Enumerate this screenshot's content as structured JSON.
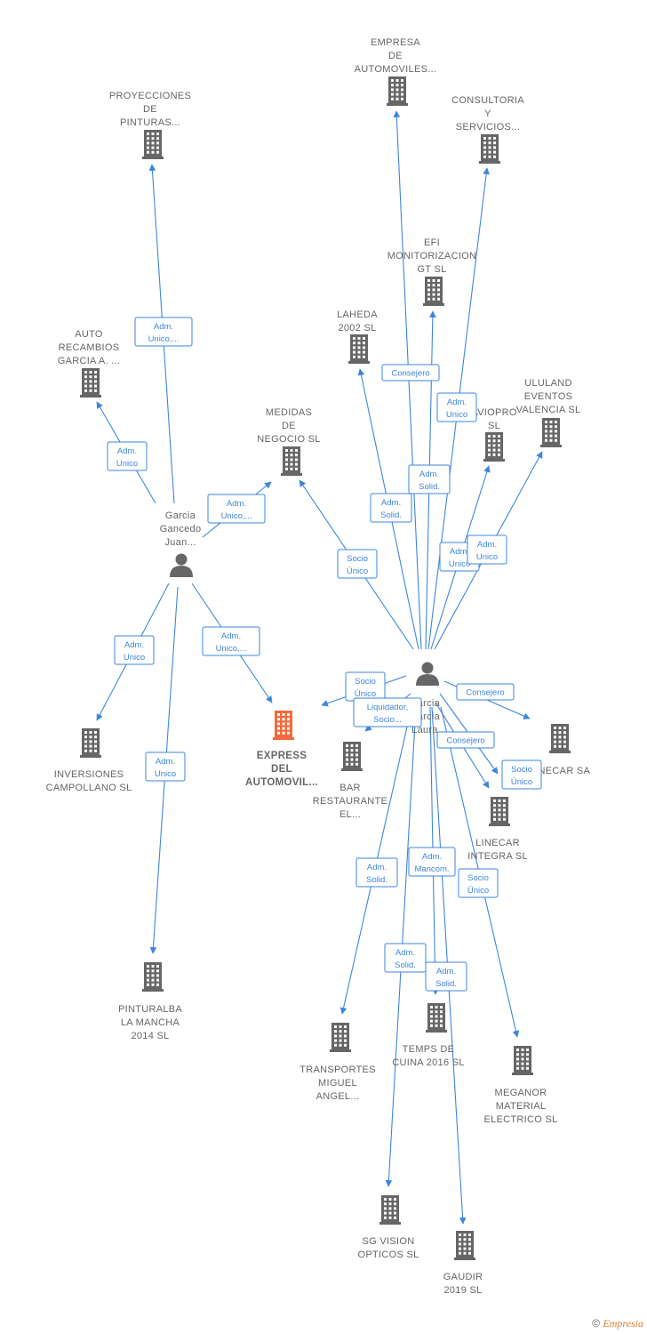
{
  "diagram": {
    "colors": {
      "edge": "#3d86dd",
      "building": "#666666",
      "highlight": "#f26a3d",
      "person": "#666666"
    },
    "companies": [
      {
        "id": "empresa_automoviles",
        "lines": [
          "EMPRESA",
          "DE",
          "AUTOMOVILES..."
        ],
        "icon": "building-icon"
      },
      {
        "id": "proyecciones",
        "lines": [
          "PROYECCIONES",
          "DE",
          "PINTURAS..."
        ],
        "icon": "building-icon"
      },
      {
        "id": "consultoria",
        "lines": [
          "CONSULTORIA",
          "Y",
          "SERVICIOS..."
        ],
        "icon": "building-icon"
      },
      {
        "id": "efi",
        "lines": [
          "EFI",
          "MONITORIZACION",
          "GT  SL"
        ],
        "icon": "building-icon"
      },
      {
        "id": "laheda",
        "lines": [
          "LAHEDA",
          "2002 SL"
        ],
        "icon": "building-icon"
      },
      {
        "id": "auto_recambios",
        "lines": [
          "AUTO",
          "RECAMBIOS",
          "GARCIA A. ..."
        ],
        "icon": "building-icon"
      },
      {
        "id": "ululand",
        "lines": [
          "ULULAND",
          "EVENTOS",
          "VALENCIA  SL"
        ],
        "icon": "building-icon"
      },
      {
        "id": "aviopro",
        "lines": [
          "AVIOPRO",
          "SL"
        ],
        "icon": "building-icon"
      },
      {
        "id": "medidas",
        "lines": [
          "MEDIDAS",
          "DE",
          "NEGOCIO SL"
        ],
        "icon": "building-icon"
      },
      {
        "id": "inversiones",
        "lines": [
          "INVERSIONES",
          "CAMPOLLANO SL"
        ],
        "icon": "building-icon"
      },
      {
        "id": "express",
        "lines": [
          "EXPRESS",
          "DEL",
          "AUTOMOVIL..."
        ],
        "icon": "building-icon",
        "main": true
      },
      {
        "id": "bar",
        "lines": [
          "BAR",
          "RESTAURANTE",
          "EL..."
        ],
        "icon": "building-icon"
      },
      {
        "id": "linecar_sa",
        "lines": [
          "LINECAR SA"
        ],
        "icon": "building-icon"
      },
      {
        "id": "linecar_integra",
        "lines": [
          "LINECAR",
          "INTEGRA  SL"
        ],
        "icon": "building-icon"
      },
      {
        "id": "pinturalba",
        "lines": [
          "PINTURALBA",
          "LA MANCHA",
          "2014  SL"
        ],
        "icon": "building-icon"
      },
      {
        "id": "transportes",
        "lines": [
          "TRANSPORTES",
          "MIGUEL",
          "ANGEL..."
        ],
        "icon": "building-icon"
      },
      {
        "id": "temps",
        "lines": [
          "TEMPS DE",
          "CUINA 2016  SL"
        ],
        "icon": "building-icon"
      },
      {
        "id": "meganor",
        "lines": [
          "MEGANOR",
          "MATERIAL",
          "ELECTRICO  SL"
        ],
        "icon": "building-icon"
      },
      {
        "id": "sg_vision",
        "lines": [
          "SG VISION",
          "OPTICOS  SL"
        ],
        "icon": "building-icon"
      },
      {
        "id": "gaudir",
        "lines": [
          "GAUDIR",
          "2019  SL"
        ],
        "icon": "building-icon"
      }
    ],
    "persons": [
      {
        "id": "garcia_gancedo",
        "lines": [
          "Garcia",
          "Gancedo",
          "Juan..."
        ],
        "icon": "person-icon"
      },
      {
        "id": "garcia_garcia",
        "lines": [
          "Garcia",
          "Garcia",
          "Laura"
        ],
        "icon": "person-icon"
      }
    ],
    "roles": [
      {
        "edge": "gj-proyecciones",
        "lines": [
          "Adm.",
          "Unico,..."
        ]
      },
      {
        "edge": "gj-auto",
        "lines": [
          "Adm.",
          "Unico"
        ]
      },
      {
        "edge": "gj-medidas",
        "lines": [
          "Adm.",
          "Unico,..."
        ]
      },
      {
        "edge": "gj-inversiones",
        "lines": [
          "Adm.",
          "Unico"
        ]
      },
      {
        "edge": "gj-express",
        "lines": [
          "Adm.",
          "Unico,..."
        ]
      },
      {
        "edge": "gj-pinturalba",
        "lines": [
          "Adm.",
          "Unico"
        ]
      },
      {
        "edge": "gl-empresa",
        "lines": [
          "Consejero"
        ]
      },
      {
        "edge": "gl-consultoria",
        "lines": [
          "Adm.",
          "Unico"
        ]
      },
      {
        "edge": "gl-efi",
        "lines": [
          "Adm.",
          "Solid."
        ]
      },
      {
        "edge": "gl-laheda",
        "lines": [
          "Adm.",
          "Solid."
        ]
      },
      {
        "edge": "gl-medidas",
        "lines": [
          "Socio",
          "Único"
        ]
      },
      {
        "edge": "gl-aviopro",
        "lines": [
          "Adm.",
          "Unico"
        ]
      },
      {
        "edge": "gl-ululand",
        "lines": [
          "Adm.",
          "Unico"
        ]
      },
      {
        "edge": "gl-express",
        "lines": [
          "Socio",
          "Único"
        ]
      },
      {
        "edge": "gl-bar",
        "lines": [
          "Liquidador,",
          "Socio..."
        ]
      },
      {
        "edge": "gl-linecar-sa",
        "lines": [
          "Consejero"
        ]
      },
      {
        "edge": "gl-linecar-integra",
        "lines": [
          "Consejero"
        ]
      },
      {
        "edge": "gl-linecar-integra-2",
        "lines": [
          "Socio",
          "Único"
        ]
      },
      {
        "edge": "gl-transportes",
        "lines": [
          "Adm.",
          "Solid."
        ]
      },
      {
        "edge": "gl-temps",
        "lines": [
          "Adm.",
          "Mancom."
        ]
      },
      {
        "edge": "gl-meganor",
        "lines": [
          "Socio",
          "Único"
        ]
      },
      {
        "edge": "gl-sg",
        "lines": [
          "Adm.",
          "Solid."
        ]
      },
      {
        "edge": "gl-gaudir",
        "lines": [
          "Adm.",
          "Solid."
        ]
      }
    ]
  },
  "footer": {
    "copyright": "©",
    "brand": "Empresia"
  }
}
